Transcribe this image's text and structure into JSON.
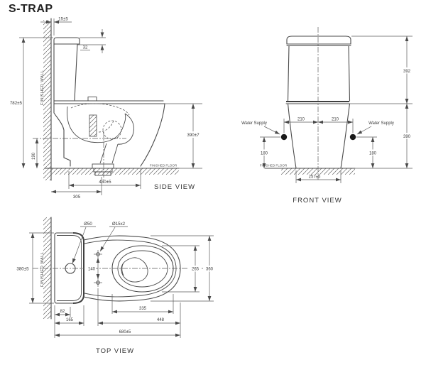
{
  "title": "S-TRAP",
  "colors": {
    "line": "#4a4a4a",
    "dim": "#5a5a5a",
    "text": "#3a3a3a",
    "dot": "#1a1a1a",
    "bg": "#ffffff"
  },
  "side_view": {
    "label": "SIDE VIEW",
    "wall_label": "FINISHED WALL",
    "floor_label": "FINISHED FLOOR",
    "dims": {
      "wall_gap": "15±5",
      "lid_thickness": "32",
      "total_height": "782±5",
      "outlet_height": "190",
      "bowl_height": "390±7",
      "bowl_depth": "430±5",
      "outlet_offset": "305"
    }
  },
  "front_view": {
    "label": "FRONT VIEW",
    "floor_label": "FINISHED FLOOR",
    "water_supply_left": "Water Supply",
    "water_supply_right": "Water Supply",
    "dims": {
      "tank_height": "392",
      "supply_offset_left": "210",
      "supply_offset_right": "210",
      "supply_height_left": "180",
      "supply_height_right": "180",
      "bowl_height": "390",
      "base_width": "257±5"
    }
  },
  "top_view": {
    "label": "TOP VIEW",
    "wall_label": "FINISHED WALL",
    "dims": {
      "overall_width": "380±5",
      "button_dia": "Ø50",
      "holes_dia": "Ø15x2",
      "hole_gap": "140",
      "seat_width": "265",
      "bowl_width": "360",
      "button_offset": "82",
      "tank_depth": "165",
      "seat_length": "335",
      "bowl_length": "448",
      "total_length": "680±5"
    }
  }
}
